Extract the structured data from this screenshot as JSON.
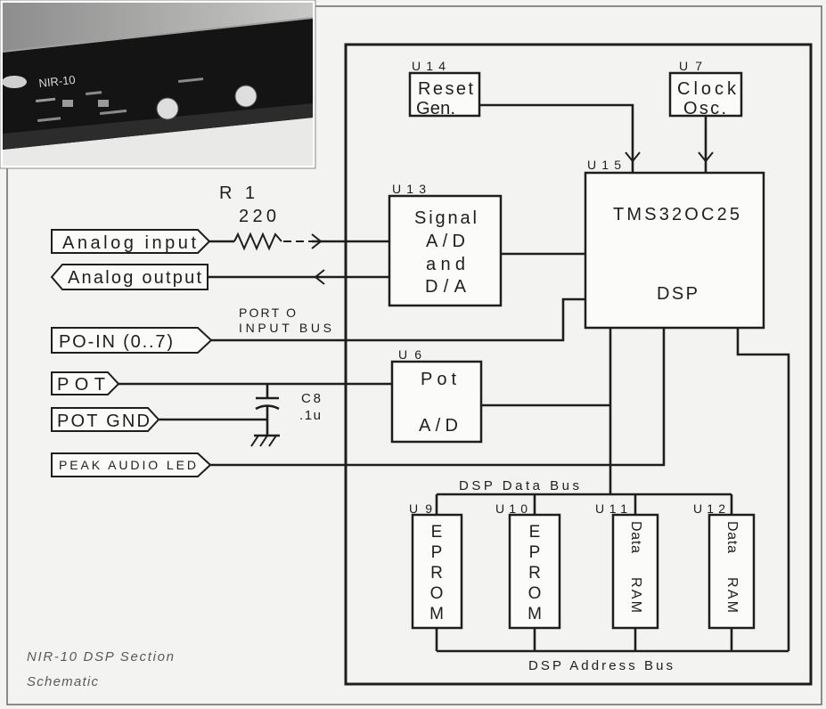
{
  "colors": {
    "ink": "#1e1e1e",
    "paper": "#f3f3f1",
    "caption": "#5a5a5a"
  },
  "photo": {
    "model_label": "NIR-10"
  },
  "reset": {
    "ref": "U14",
    "lines": [
      "Reset",
      "Gen."
    ]
  },
  "clock": {
    "ref": "U7",
    "lines": [
      "Clock",
      "Osc."
    ]
  },
  "controller": {
    "ref": "U15",
    "chip": "TMS32OC25",
    "function": "DSP"
  },
  "codec": {
    "ref": "U13",
    "lines": [
      "Signal",
      "A/D",
      "and",
      "D/A"
    ]
  },
  "pot_adc": {
    "ref": "U6",
    "lines": [
      "Pot",
      "A/D"
    ]
  },
  "memory": [
    {
      "ref": "U9",
      "letters": [
        "E",
        "P",
        "R",
        "O",
        "M"
      ]
    },
    {
      "ref": "U10",
      "letters": [
        "E",
        "P",
        "R",
        "O",
        "M"
      ]
    },
    {
      "ref": "U11",
      "lines": [
        "Data",
        "RAM"
      ]
    },
    {
      "ref": "U12",
      "lines": [
        "Data",
        "RAM"
      ]
    }
  ],
  "connectors": {
    "analog_input": "Analog input",
    "analog_output": "Analog output",
    "port_in": "PO-IN (0..7)",
    "pot": "POT",
    "pot_gnd": "POT GND",
    "peak_led": "PEAK AUDIO LED"
  },
  "resistor": {
    "ref": "R 1",
    "value": "220"
  },
  "capacitor": {
    "ref": "C8",
    "value": ".1u"
  },
  "buses": {
    "port_bus": [
      "PORT O",
      "INPUT BUS"
    ],
    "data_bus": "DSP Data Bus",
    "address_bus": "DSP Address Bus"
  },
  "caption": [
    "NIR-10 DSP Section",
    "Schematic"
  ]
}
